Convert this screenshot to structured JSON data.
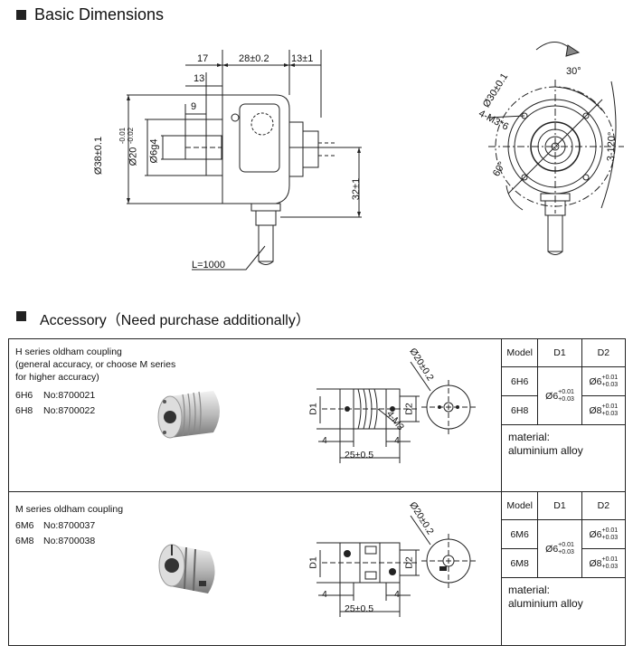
{
  "section1": {
    "title": "Basic Dimensions"
  },
  "encoder_dims": {
    "d17": "17",
    "d28": "28±0.2",
    "d13a": "13±1",
    "d13": "13",
    "d9": "9",
    "d38": "Ø38±0.1",
    "d20": "Ø20",
    "d20_tol_up": "-0.01",
    "d20_tol_low": "-0.02",
    "d6": "Ø6g4",
    "d32": "32±1",
    "cable": "L=1000"
  },
  "front_dims": {
    "d30": "Ø30±0.1",
    "m3": "4-M3*6",
    "a30": "30°",
    "a60": "60°",
    "a120": "3-120°"
  },
  "section2": {
    "title": "Accessory（Need purchase additionally）"
  },
  "accessories": [
    {
      "desc_lines": [
        "H series oldham coupling",
        "(general accuracy, or choose M series",
        "for higher accuracy)"
      ],
      "items": [
        {
          "model": "6H6",
          "no": "No:8700021"
        },
        {
          "model": "6H8",
          "no": "No:8700022"
        }
      ],
      "dims": {
        "d20": "Ø20±0.2",
        "d1": "D1",
        "d2": "D2",
        "m3": "4-M3",
        "left": "4",
        "right": "4",
        "len": "25±0.5"
      },
      "table": {
        "headers": [
          "Model",
          "D1",
          "D2"
        ],
        "rows": [
          {
            "model": "6H6",
            "d2": "Ø6",
            "d2_tol": [
              "+0.01",
              "+0.03"
            ]
          },
          {
            "model": "6H8",
            "d2": "Ø8",
            "d2_tol": [
              "+0.01",
              "+0.03"
            ]
          }
        ],
        "d1": "Ø6",
        "d1_tol": [
          "+0.01",
          "+0.03"
        ],
        "material_label": "material:",
        "material": "aluminium alloy"
      }
    },
    {
      "desc_lines": [
        "M series oldham coupling"
      ],
      "items": [
        {
          "model": "6M6",
          "no": "No:8700037"
        },
        {
          "model": "6M8",
          "no": "No:8700038"
        }
      ],
      "dims": {
        "d20": "Ø20±0.2",
        "d1": "D1",
        "d2": "D2",
        "left": "4",
        "right": "4",
        "len": "25±0.5"
      },
      "table": {
        "headers": [
          "Model",
          "D1",
          "D2"
        ],
        "rows": [
          {
            "model": "6M6",
            "d2": "Ø6",
            "d2_tol": [
              "+0.01",
              "+0.03"
            ]
          },
          {
            "model": "6M8",
            "d2": "Ø8",
            "d2_tol": [
              "+0.01",
              "+0.03"
            ]
          }
        ],
        "d1": "Ø6",
        "d1_tol": [
          "+0.01",
          "+0.03"
        ],
        "material_label": "material:",
        "material": "aluminium alloy"
      }
    }
  ]
}
